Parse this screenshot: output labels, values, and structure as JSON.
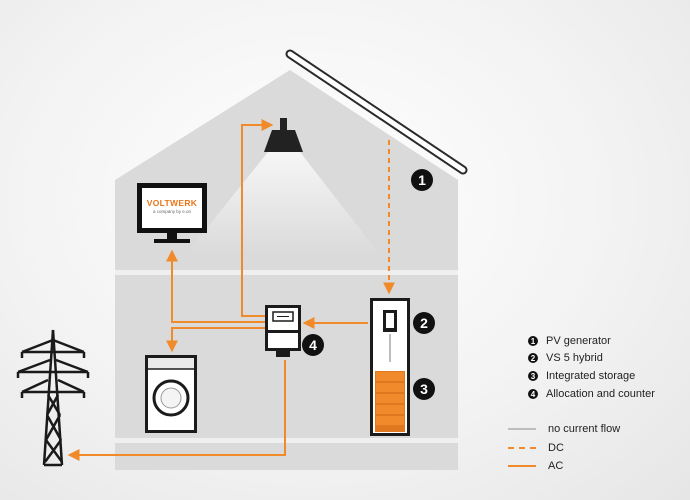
{
  "logo": {
    "brand": "VOLTWERK",
    "tagline": "a company by e.on"
  },
  "markers": [
    "1",
    "2",
    "3",
    "4"
  ],
  "legend": {
    "items": [
      {
        "num": "1",
        "label": "PV generator"
      },
      {
        "num": "2",
        "label": "VS 5 hybrid"
      },
      {
        "num": "3",
        "label": "Integrated storage"
      },
      {
        "num": "4",
        "label": "Allocation and counter"
      }
    ],
    "lines": [
      {
        "label": "no current flow",
        "color": "#bdbdbd",
        "style": "solid"
      },
      {
        "label": "DC",
        "color": "#f08a2a",
        "style": "dashed"
      },
      {
        "label": "AC",
        "color": "#f08a2a",
        "style": "solid"
      }
    ]
  },
  "colors": {
    "accent": "#f08a2a",
    "house": "#dadada",
    "divider": "#efefef",
    "dark": "#111111"
  }
}
